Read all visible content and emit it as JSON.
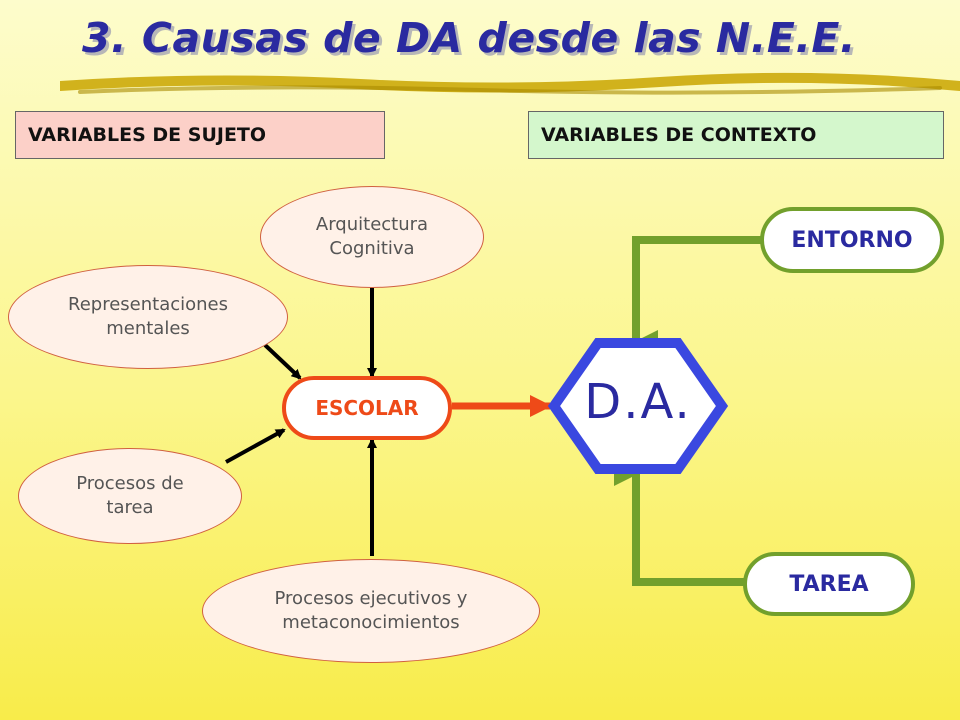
{
  "title": "3. Causas de DA desde las N.E.E.",
  "headers": {
    "sujeto": "VARIABLES DE SUJETO",
    "contexto": "VARIABLES DE CONTEXTO"
  },
  "subject_nodes": {
    "arquitectura": "Arquitectura\nCognitiva",
    "representaciones": "Representaciones\nmentales",
    "procesos_tarea": "Procesos de\ntarea",
    "procesos_ejecutivos": "Procesos ejecutivos y\nmetaconocimientos"
  },
  "center": {
    "escolar": "ESCOLAR",
    "da": "D.A."
  },
  "context_nodes": {
    "entorno": "ENTORNO",
    "tarea": "TAREA"
  },
  "colors": {
    "title": "#2a2aa0",
    "accent_orange": "#ee4a18",
    "accent_green": "#72a02c",
    "hexagon": "#3a48e0"
  }
}
